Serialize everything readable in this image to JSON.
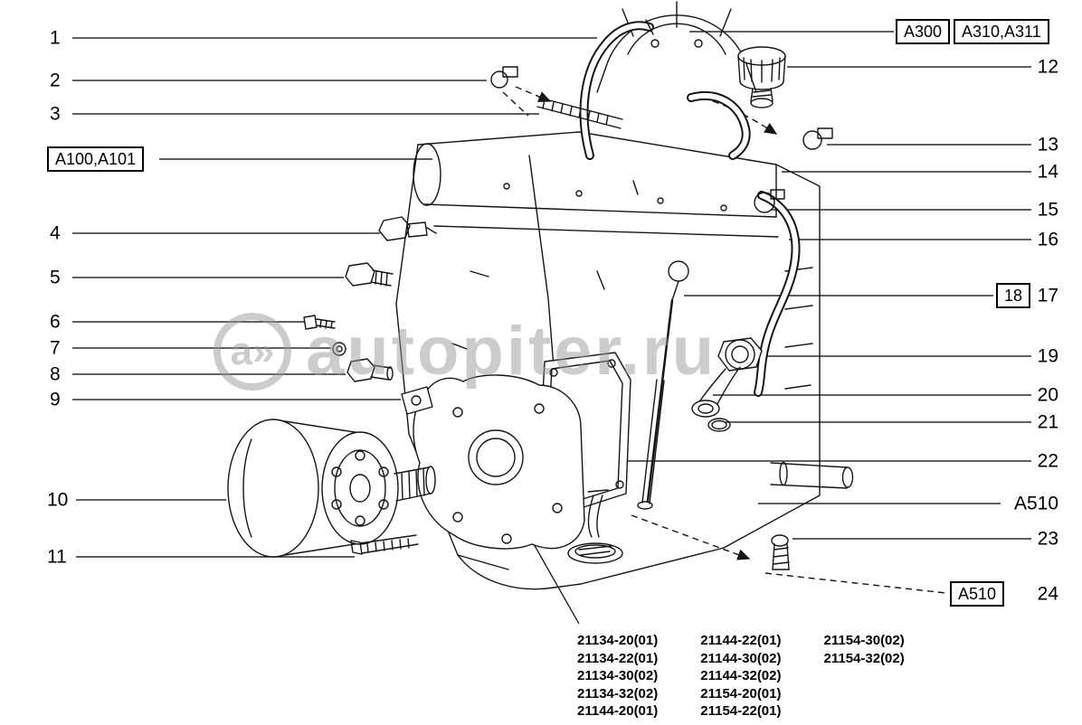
{
  "watermark": {
    "logo_text": "a»",
    "site_text": "autopiter.ru"
  },
  "callouts": {
    "left": [
      {
        "label": "1"
      },
      {
        "label": "2"
      },
      {
        "label": "3"
      },
      {
        "label": "A100,A101"
      },
      {
        "label": "4"
      },
      {
        "label": "5"
      },
      {
        "label": "6"
      },
      {
        "label": "7"
      },
      {
        "label": "8"
      },
      {
        "label": "9"
      },
      {
        "label": "10"
      },
      {
        "label": "11"
      }
    ],
    "right": [
      {
        "label": "A300"
      },
      {
        "label": "A310,A311"
      },
      {
        "label": "12"
      },
      {
        "label": "13"
      },
      {
        "label": "14"
      },
      {
        "label": "15"
      },
      {
        "label": "16"
      },
      {
        "label": "18"
      },
      {
        "label": "17"
      },
      {
        "label": "19"
      },
      {
        "label": "20"
      },
      {
        "label": "21"
      },
      {
        "label": "22"
      },
      {
        "label": "A510"
      },
      {
        "label": "23"
      },
      {
        "label": "A510"
      },
      {
        "label": "24"
      }
    ]
  },
  "part_numbers": {
    "columns": [
      [
        "21134-20(01)",
        "21134-22(01)",
        "21134-30(02)",
        "21134-32(02)",
        "21144-20(01)"
      ],
      [
        "21144-22(01)",
        "21144-30(02)",
        "21144-32(02)",
        "21154-20(01)",
        "21154-22(01)"
      ],
      [
        "21154-30(02)",
        "21154-32(02)"
      ]
    ]
  },
  "colors": {
    "line": "#151515",
    "watermark": "#9a9a9a",
    "background": "#ffffff"
  }
}
